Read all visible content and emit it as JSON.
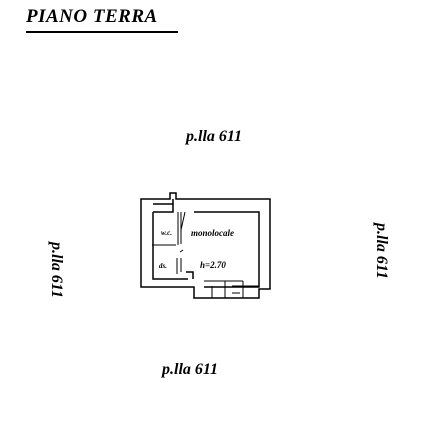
{
  "title": "PIANO TERRA",
  "parcels": {
    "top": "p.lla 611",
    "bottom": "p.lla 611",
    "left": "p.lla 611",
    "right": "p.lla 611"
  },
  "rooms": {
    "wc": "w.c.",
    "monolocale": "monolocale",
    "disimpegno": "ds.",
    "height": "h=2.70"
  },
  "colors": {
    "ink": "#000000",
    "background": "#ffffff"
  }
}
